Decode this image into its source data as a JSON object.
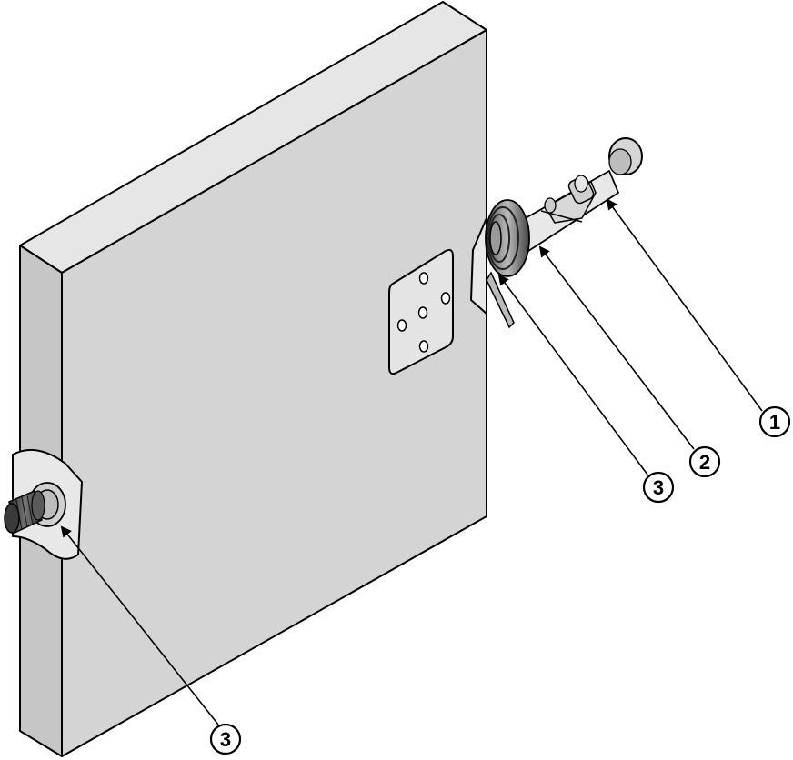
{
  "figure": {
    "description_free": true,
    "colors": {
      "panel_face": "#d4d4d4",
      "panel_side": "#c8c8c8",
      "panel_top": "#e6e6e6",
      "outline": "#000000",
      "metal_light": "#e0e0e0",
      "metal_dark": "#5a5a5a",
      "background": "#ffffff"
    },
    "callouts": [
      {
        "id": "callout-1",
        "label": "1"
      },
      {
        "id": "callout-2",
        "label": "2"
      },
      {
        "id": "callout-3-upper",
        "label": "3"
      },
      {
        "id": "callout-3-lower",
        "label": "3"
      }
    ]
  }
}
